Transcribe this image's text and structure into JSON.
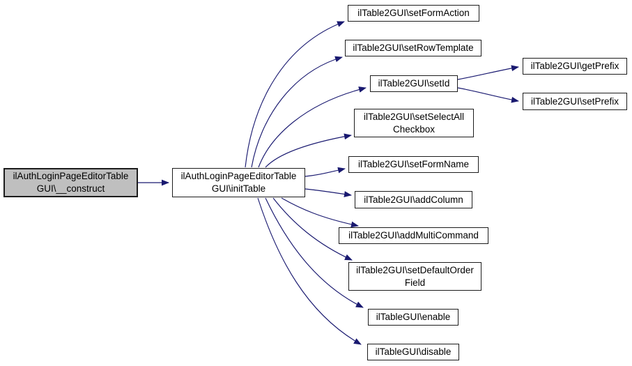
{
  "diagram": {
    "type": "doxygen-call-graph",
    "colors": {
      "edge": "#191970",
      "node_fill": "#ffffff",
      "current_node_fill": "#bfbfbf",
      "node_border": "#1c1c1c",
      "text": "#000000"
    },
    "nodes": [
      {
        "id": "construct",
        "current": true,
        "lines": [
          "ilAuthLoginPageEditorTable",
          "GUI\\__construct"
        ]
      },
      {
        "id": "initTable",
        "current": false,
        "lines": [
          "ilAuthLoginPageEditorTable",
          "GUI\\initTable"
        ]
      },
      {
        "id": "setFormAction",
        "current": false,
        "lines": [
          "ilTable2GUI\\setFormAction"
        ]
      },
      {
        "id": "setRowTemplate",
        "current": false,
        "lines": [
          "ilTable2GUI\\setRowTemplate"
        ]
      },
      {
        "id": "setId",
        "current": false,
        "lines": [
          "ilTable2GUI\\setId"
        ]
      },
      {
        "id": "getPrefix",
        "current": false,
        "lines": [
          "ilTable2GUI\\getPrefix"
        ]
      },
      {
        "id": "setPrefix",
        "current": false,
        "lines": [
          "ilTable2GUI\\setPrefix"
        ]
      },
      {
        "id": "setSelectAllCheckbox",
        "current": false,
        "lines": [
          "ilTable2GUI\\setSelectAll",
          "Checkbox"
        ]
      },
      {
        "id": "setFormName",
        "current": false,
        "lines": [
          "ilTable2GUI\\setFormName"
        ]
      },
      {
        "id": "addColumn",
        "current": false,
        "lines": [
          "ilTable2GUI\\addColumn"
        ]
      },
      {
        "id": "addMultiCommand",
        "current": false,
        "lines": [
          "ilTable2GUI\\addMultiCommand"
        ]
      },
      {
        "id": "setDefaultOrderField",
        "current": false,
        "lines": [
          "ilTable2GUI\\setDefaultOrder",
          "Field"
        ]
      },
      {
        "id": "enable",
        "current": false,
        "lines": [
          "ilTableGUI\\enable"
        ]
      },
      {
        "id": "disable",
        "current": false,
        "lines": [
          "ilTableGUI\\disable"
        ]
      }
    ],
    "edges": [
      {
        "from": "construct",
        "to": "initTable"
      },
      {
        "from": "initTable",
        "to": "setFormAction"
      },
      {
        "from": "initTable",
        "to": "setRowTemplate"
      },
      {
        "from": "initTable",
        "to": "setId"
      },
      {
        "from": "initTable",
        "to": "setSelectAllCheckbox"
      },
      {
        "from": "initTable",
        "to": "setFormName"
      },
      {
        "from": "initTable",
        "to": "addColumn"
      },
      {
        "from": "initTable",
        "to": "addMultiCommand"
      },
      {
        "from": "initTable",
        "to": "setDefaultOrderField"
      },
      {
        "from": "initTable",
        "to": "enable"
      },
      {
        "from": "initTable",
        "to": "disable"
      },
      {
        "from": "setId",
        "to": "getPrefix"
      },
      {
        "from": "setId",
        "to": "setPrefix"
      }
    ]
  }
}
